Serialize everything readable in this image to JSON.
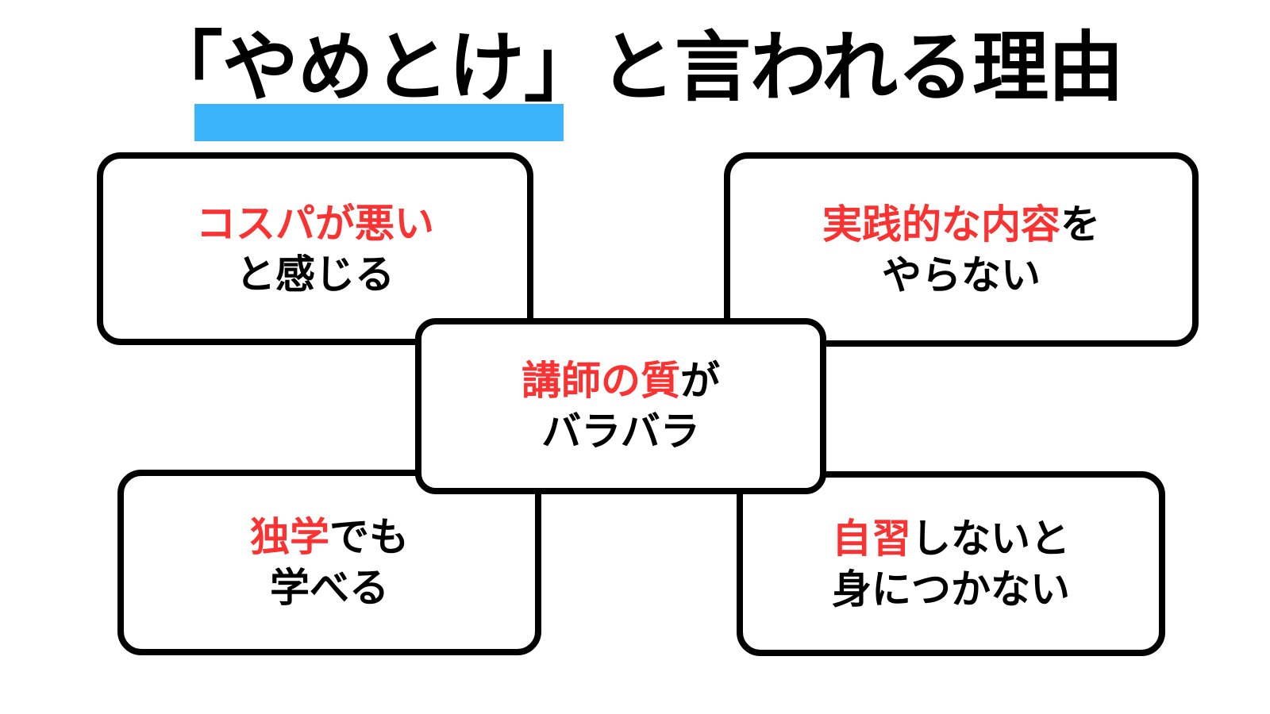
{
  "title": {
    "quoted_part": "「やめとけ」",
    "rest": "と言われる理由",
    "full": "「やめとけ」と言われる理由",
    "highlight_color": "#3CB4FC"
  },
  "colors": {
    "accent_red": "#FA3232",
    "highlight_blue": "#3CB4FC",
    "border_black": "#000000",
    "background": "#FFFFFF"
  },
  "boxes": {
    "top_left": {
      "line1_highlight": "コスパが悪い",
      "line1_plain": "",
      "line2": "と感じる"
    },
    "top_right": {
      "line1_highlight": "実践的な内容",
      "line1_plain": "を",
      "line2": "やらない"
    },
    "center": {
      "line1_highlight": "講師の質",
      "line1_plain": "が",
      "line2": "バラバラ"
    },
    "bottom_left": {
      "line1_highlight": "独学",
      "line1_plain": "でも",
      "line2": "学べる"
    },
    "bottom_right": {
      "line1_highlight": "自習",
      "line1_plain": "しないと",
      "line2": "身につかない"
    }
  }
}
